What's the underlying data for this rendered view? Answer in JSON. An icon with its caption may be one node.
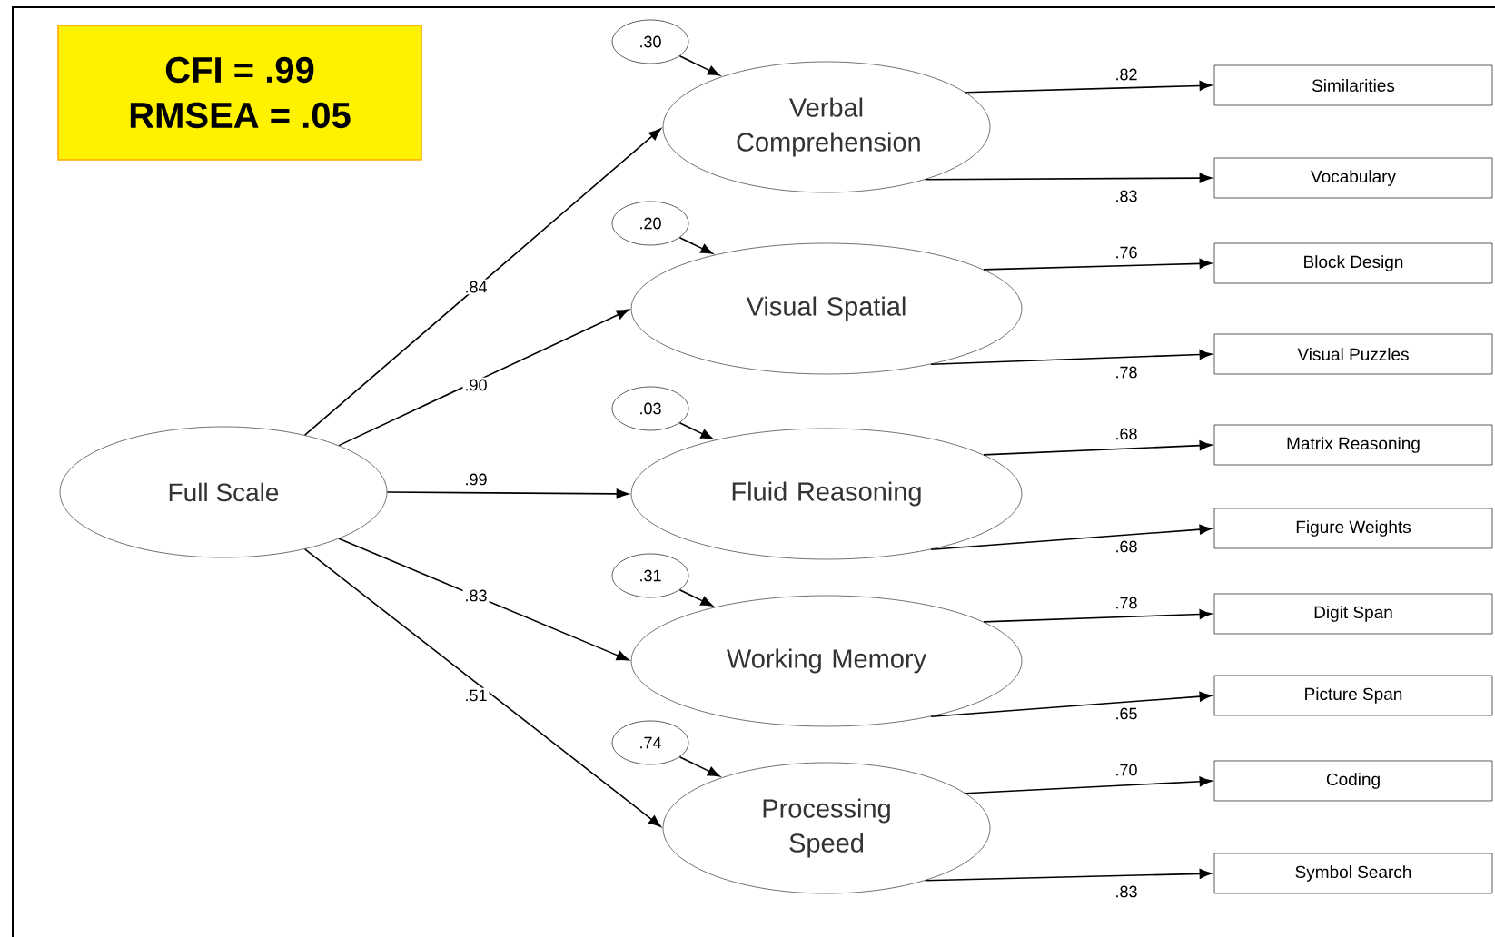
{
  "diagram": {
    "nodes": [
      {
        "text": [
          "CFI = .99",
          "RMSEA = .05"
        ]
      },
      {
        "text": [
          "Full Scale"
        ]
      },
      {
        "text": [
          "Verbal Comprehension"
        ]
      },
      {
        "text": [
          "Visual Spatial"
        ]
      },
      {
        "text": [
          "Fluid Reasoning"
        ]
      },
      {
        "text": [
          "Working Memory"
        ]
      },
      {
        "text": [
          "Processing Speed"
        ]
      },
      {
        "text": [
          ".30"
        ]
      },
      {
        "text": [
          ".20"
        ]
      },
      {
        "text": [
          ".03"
        ]
      },
      {
        "text": [
          ".31"
        ]
      },
      {
        "text": [
          ".74"
        ]
      },
      {
        "text": [
          "Similarities"
        ]
      },
      {
        "text": [
          "Vocabulary"
        ]
      },
      {
        "text": [
          "Block Design"
        ]
      },
      {
        "text": [
          "Visual Puzzles"
        ]
      },
      {
        "text": [
          "Matrix Reasoning"
        ]
      },
      {
        "text": [
          "Figure Weights"
        ]
      },
      {
        "text": [
          "Digit Span"
        ]
      },
      {
        "text": [
          "Picture Span"
        ]
      },
      {
        "text": [
          "Coding"
        ]
      },
      {
        "text": [
          "Symbol Search"
        ]
      }
    ],
    "edges": [
      {
        "from": 1,
        "to": 2,
        "arrow": "to",
        "label": ".84"
      },
      {
        "from": 1,
        "to": 3,
        "arrow": "to",
        "label": ".90"
      },
      {
        "from": 1,
        "to": 4,
        "arrow": "to",
        "label": ".99"
      },
      {
        "from": 1,
        "to": 5,
        "arrow": "to",
        "label": ".83"
      },
      {
        "from": 1,
        "to": 6,
        "arrow": "to",
        "label": ".51"
      },
      {
        "from": 7,
        "to": 2,
        "arrow": "to"
      },
      {
        "from": 8,
        "to": 3,
        "arrow": "to"
      },
      {
        "from": 9,
        "to": 4,
        "arrow": "to"
      },
      {
        "from": 10,
        "to": 5,
        "arrow": "to"
      },
      {
        "from": 11,
        "to": 6,
        "arrow": "to"
      },
      {
        "from": 2,
        "to": 12,
        "arrow": "to",
        "label": ".82"
      },
      {
        "from": 2,
        "to": 13,
        "arrow": "to",
        "label": ".83"
      },
      {
        "from": 3,
        "to": 14,
        "arrow": "to",
        "label": ".76"
      },
      {
        "from": 3,
        "to": 15,
        "arrow": "to",
        "label": ".78"
      },
      {
        "from": 4,
        "to": 16,
        "arrow": "to",
        "label": ".68"
      },
      {
        "from": 4,
        "to": 17,
        "arrow": "to",
        "label": ".68"
      },
      {
        "from": 5,
        "to": 18,
        "arrow": "to",
        "label": ".78"
      },
      {
        "from": 5,
        "to": 19,
        "arrow": "to",
        "label": ".65"
      },
      {
        "from": 6,
        "to": 20,
        "arrow": "to",
        "label": ".70"
      },
      {
        "from": 6,
        "to": 21,
        "arrow": "to",
        "label": ".83"
      }
    ]
  }
}
